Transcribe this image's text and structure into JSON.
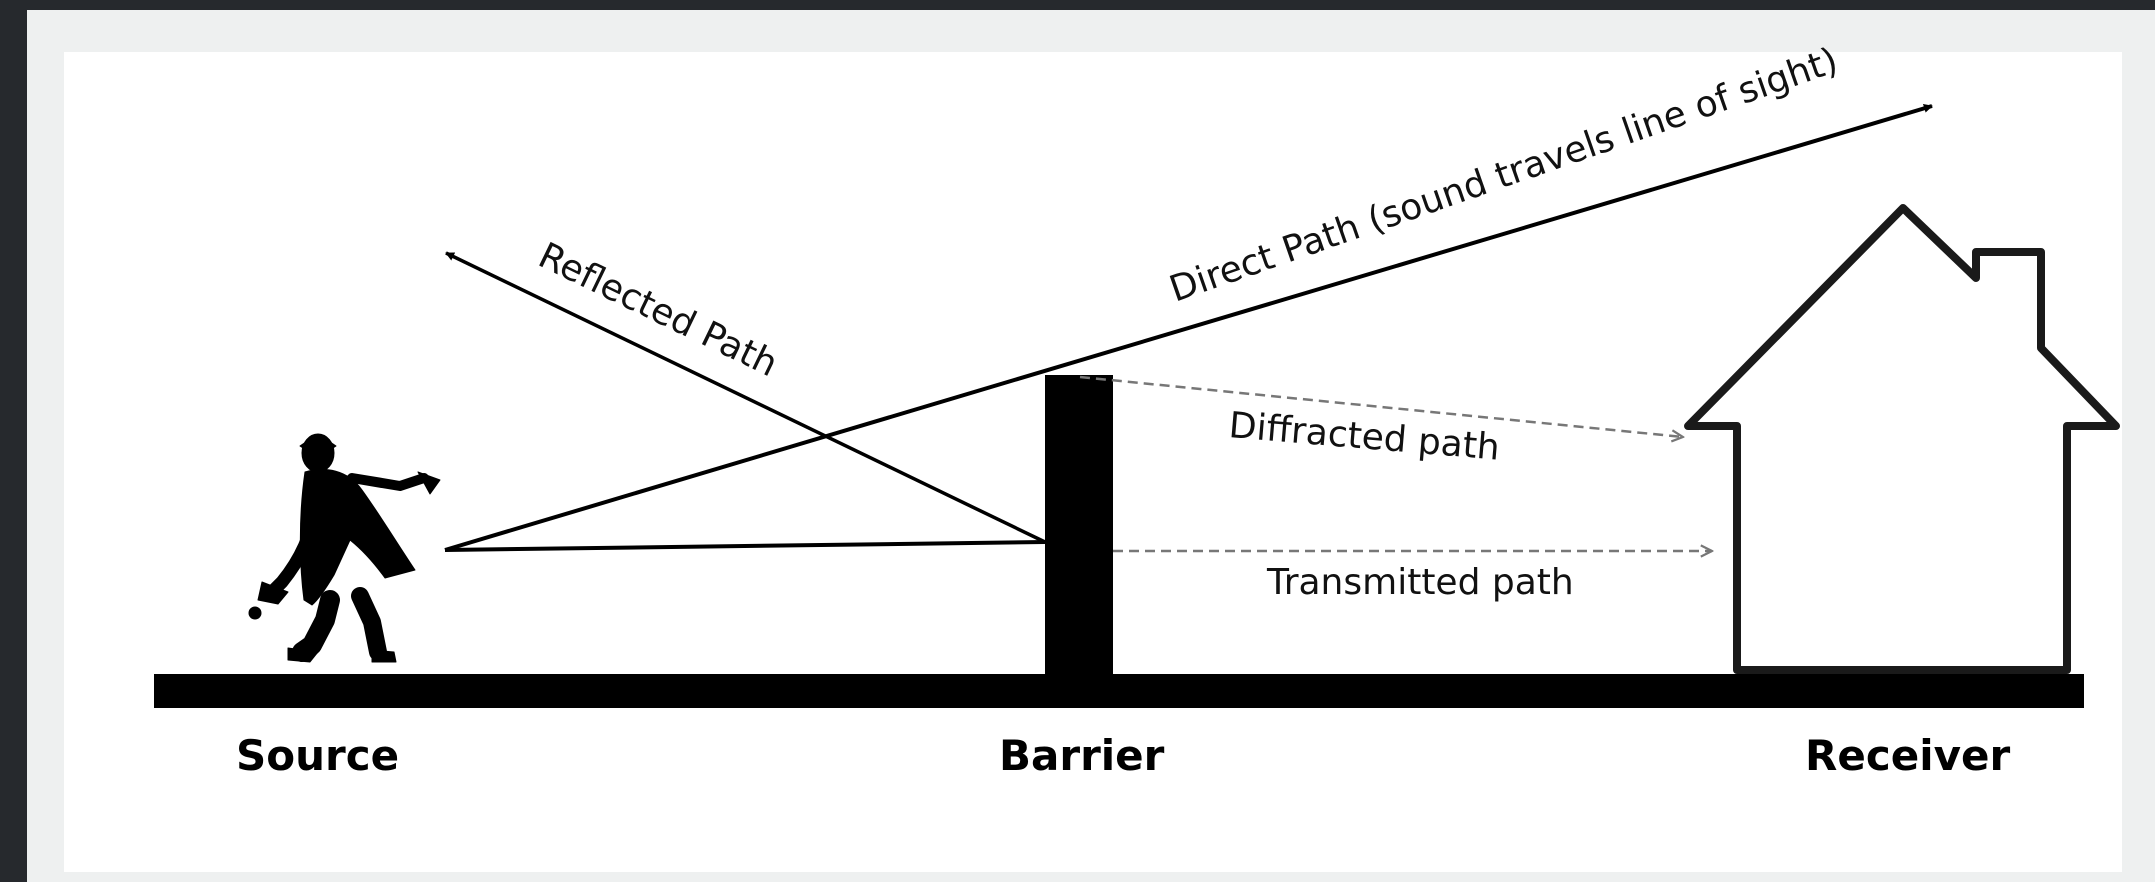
{
  "diagram": {
    "paths": {
      "direct": "Direct Path (sound travels line of sight)",
      "reflected": "Reflected Path",
      "diffracted": "Diffracted path",
      "transmitted": "Transmitted path"
    },
    "sites": {
      "source": "Source",
      "barrier": "Barrier",
      "receiver": "Receiver"
    }
  }
}
